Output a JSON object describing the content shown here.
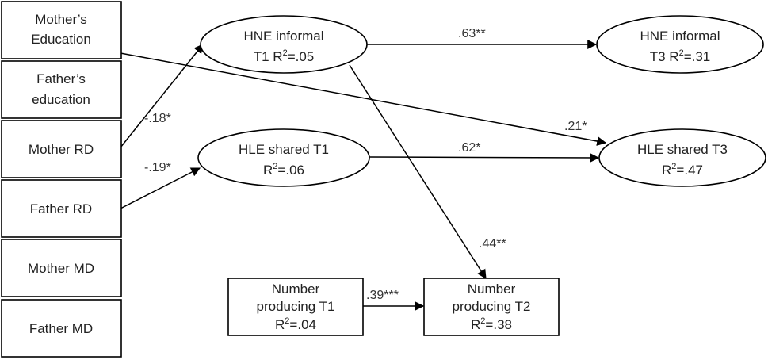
{
  "colors": {
    "stroke": "#000000",
    "text": "#222222",
    "background": "#ffffff"
  },
  "left_boxes": [
    {
      "id": "mother-education",
      "lines": [
        "Mother’s",
        "Education"
      ]
    },
    {
      "id": "father-education",
      "lines": [
        "Father’s",
        "education"
      ]
    },
    {
      "id": "mother-rd",
      "lines": [
        "Mother RD"
      ]
    },
    {
      "id": "father-rd",
      "lines": [
        "Father RD"
      ]
    },
    {
      "id": "mother-md",
      "lines": [
        "Mother MD"
      ]
    },
    {
      "id": "father-md",
      "lines": [
        "Father MD"
      ]
    }
  ],
  "ellipses": [
    {
      "id": "hne-informal-t1",
      "line1": "HNE informal",
      "line2_pre": "T1 R",
      "sup": "2",
      "line2_post": "=.05"
    },
    {
      "id": "hne-informal-t3",
      "line1": "HNE informal",
      "line2_pre": "T3 R",
      "sup": "2",
      "line2_post": "=.31"
    },
    {
      "id": "hle-shared-t1",
      "line1": "HLE shared T1",
      "line2_pre": "R",
      "sup": "2",
      "line2_post": "=.06"
    },
    {
      "id": "hle-shared-t3",
      "line1": "HLE shared T3",
      "line2_pre": "R",
      "sup": "2",
      "line2_post": "=.47"
    }
  ],
  "bottom_boxes": [
    {
      "id": "number-producing-t1",
      "line1": "Number",
      "line2": "producing T1",
      "line3_pre": "R",
      "sup": "2",
      "line3_post": "=.04"
    },
    {
      "id": "number-producing-t2",
      "line1": "Number",
      "line2": "producing T2",
      "line3_pre": "R",
      "sup": "2",
      "line3_post": "=.38"
    }
  ],
  "paths": [
    {
      "id": "mother-rd-to-hne-t1",
      "coef": "-.18*"
    },
    {
      "id": "father-rd-to-hle-t1",
      "coef": "-.19*"
    },
    {
      "id": "hne-t1-to-hne-t3",
      "coef": ".63**"
    },
    {
      "id": "mother-edu-to-hle-t3",
      "coef": ".21*"
    },
    {
      "id": "hle-t1-to-hle-t3",
      "coef": ".62*"
    },
    {
      "id": "hne-t1-to-num-t2",
      "coef": ".44**"
    },
    {
      "id": "num-t1-to-num-t2",
      "coef": ".39***"
    }
  ]
}
